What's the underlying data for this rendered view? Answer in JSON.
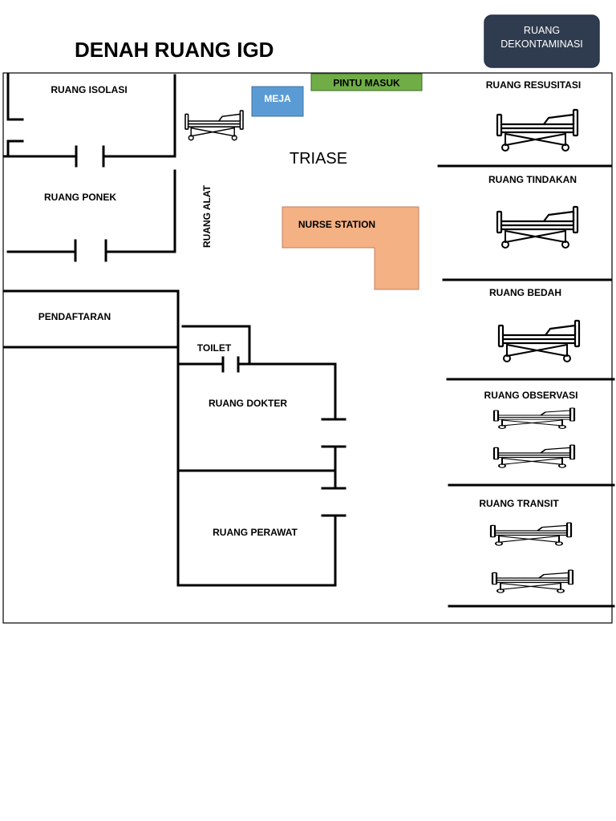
{
  "title": "DENAH RUANG IGD",
  "decon_button": {
    "line1": "RUANG",
    "line2": "DEKONTAMINASI"
  },
  "entrance": "PINTU MASUK",
  "desk": "MEJA",
  "triage": "TRIASE",
  "nurse_station": "NURSE STATION",
  "equipment_room": "RUANG ALAT",
  "rooms": {
    "isolation": "RUANG ISOLASI",
    "ponek": "RUANG PONEK",
    "registration": "PENDAFTARAN",
    "toilet": "TOILET",
    "doctor": "RUANG DOKTER",
    "nurse": "RUANG PERAWAT",
    "resuscitation": "RUANG RESUSITASI",
    "treatment": "RUANG TINDAKAN",
    "surgery": "RUANG BEDAH",
    "observation": "RUANG OBSERVASI",
    "transit": "RUANG TRANSIT"
  },
  "colors": {
    "decon_bg": "#2f3c4f",
    "entrance": "#70ad47",
    "desk": "#5b9bd5",
    "nurse_station": "#f4b183"
  },
  "icons": [
    "hospital-bed-icon"
  ]
}
